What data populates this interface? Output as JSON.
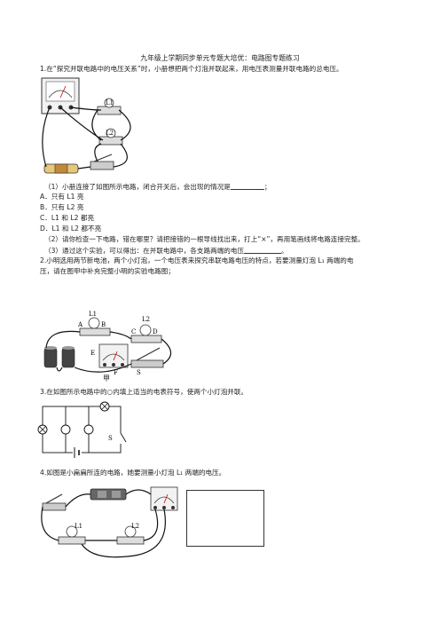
{
  "page": {
    "title": "九年级上学期同步单元专题大培优：电路图专题练习"
  },
  "q1": {
    "stem": "1.在“探究并联电路中的电压关系”时，小册想把两个灯泡并联起来，用电压表测量并联电路的总电压。",
    "part1": "（1）小册连接了如图所示电路，闭合开关后，会出现的情况是",
    "part1_end": "；",
    "option_a": "A．只有 L1 亮",
    "option_b": "B．只有 L2 亮",
    "option_c": "C．L1 和 L2 都亮",
    "option_d": "D．L1 和 L2 都不亮",
    "part2": "（2）请你检查一下电路，错在哪里？请把接错的一根导线找出来，打上“×”，再用笔画线将电路连接完整。",
    "part3": "（3）通过这个实验，可以得出：在并联电路中，各支路两端的电压",
    "part3_end": "。",
    "fig_label_l1": "L1",
    "fig_label_l2": "L2"
  },
  "q2": {
    "stem_line1": "2.小明选用两节新电池，两个小灯泡，一个电压表来探究串联电路电压的特点，若要测量灯泡 L₁ 两端的电",
    "stem_line2": "压，请在图甲中补充完整小明的实验电路图；",
    "caption": "甲",
    "labels": {
      "l1": "L1",
      "l2": "L2",
      "a": "A",
      "b": "B",
      "c": "C",
      "d": "D",
      "e": "E",
      "f": "F",
      "s": "S"
    }
  },
  "q3": {
    "stem": "3.在如图所示电路中的○内填上适当的电表符号，使两个小灯泡并联。",
    "label_s": "S"
  },
  "q4": {
    "stem": "4.如图是小扁扁所连的电路，她要测量小灯泡 L₁ 两端的电压。",
    "label_l1": "L1",
    "label_l2": "L2"
  }
}
